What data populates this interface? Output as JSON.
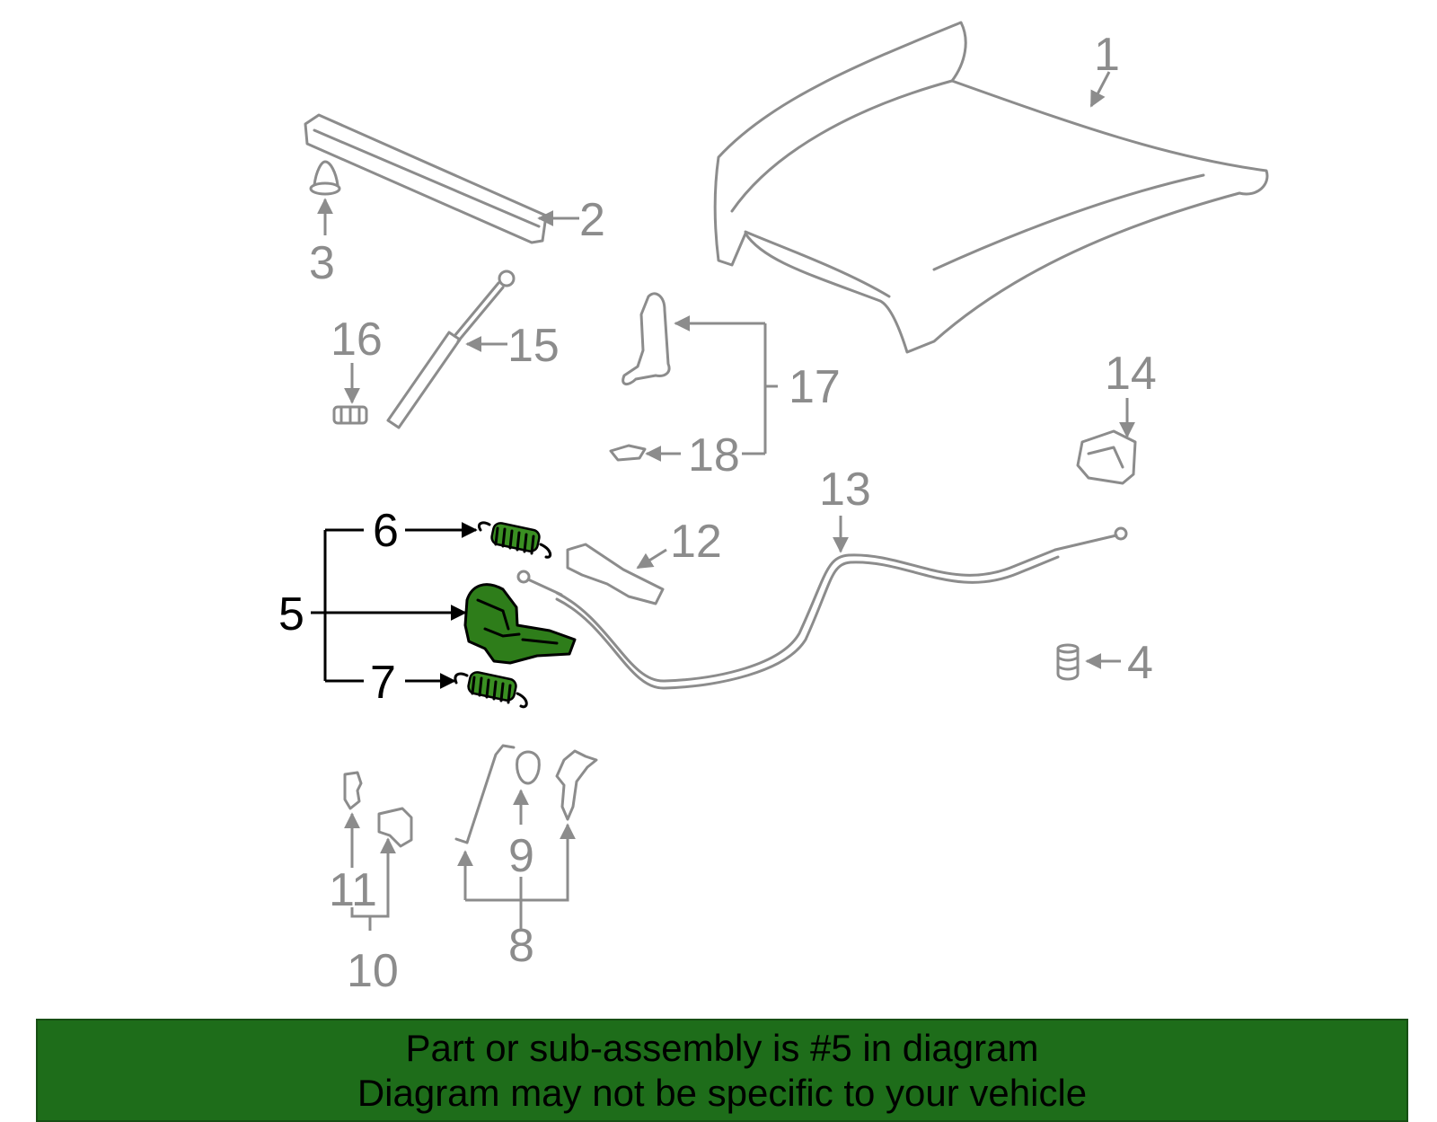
{
  "callouts": {
    "c1": "1",
    "c2": "2",
    "c3": "3",
    "c4": "4",
    "c5": "5",
    "c6": "6",
    "c7": "7",
    "c8": "8",
    "c9": "9",
    "c10": "10",
    "c11": "11",
    "c12": "12",
    "c13": "13",
    "c14": "14",
    "c15": "15",
    "c16": "16",
    "c17": "17",
    "c18": "18"
  },
  "highlighted_part": "5",
  "banner": {
    "line1": "Part or sub-assembly is #5 in diagram",
    "line2": "Diagram may not be specific to your vehicle"
  },
  "colors": {
    "highlight_green": "#2e7d1a",
    "banner_green": "#1e6d1a",
    "part_gray": "#8c8c8c"
  }
}
